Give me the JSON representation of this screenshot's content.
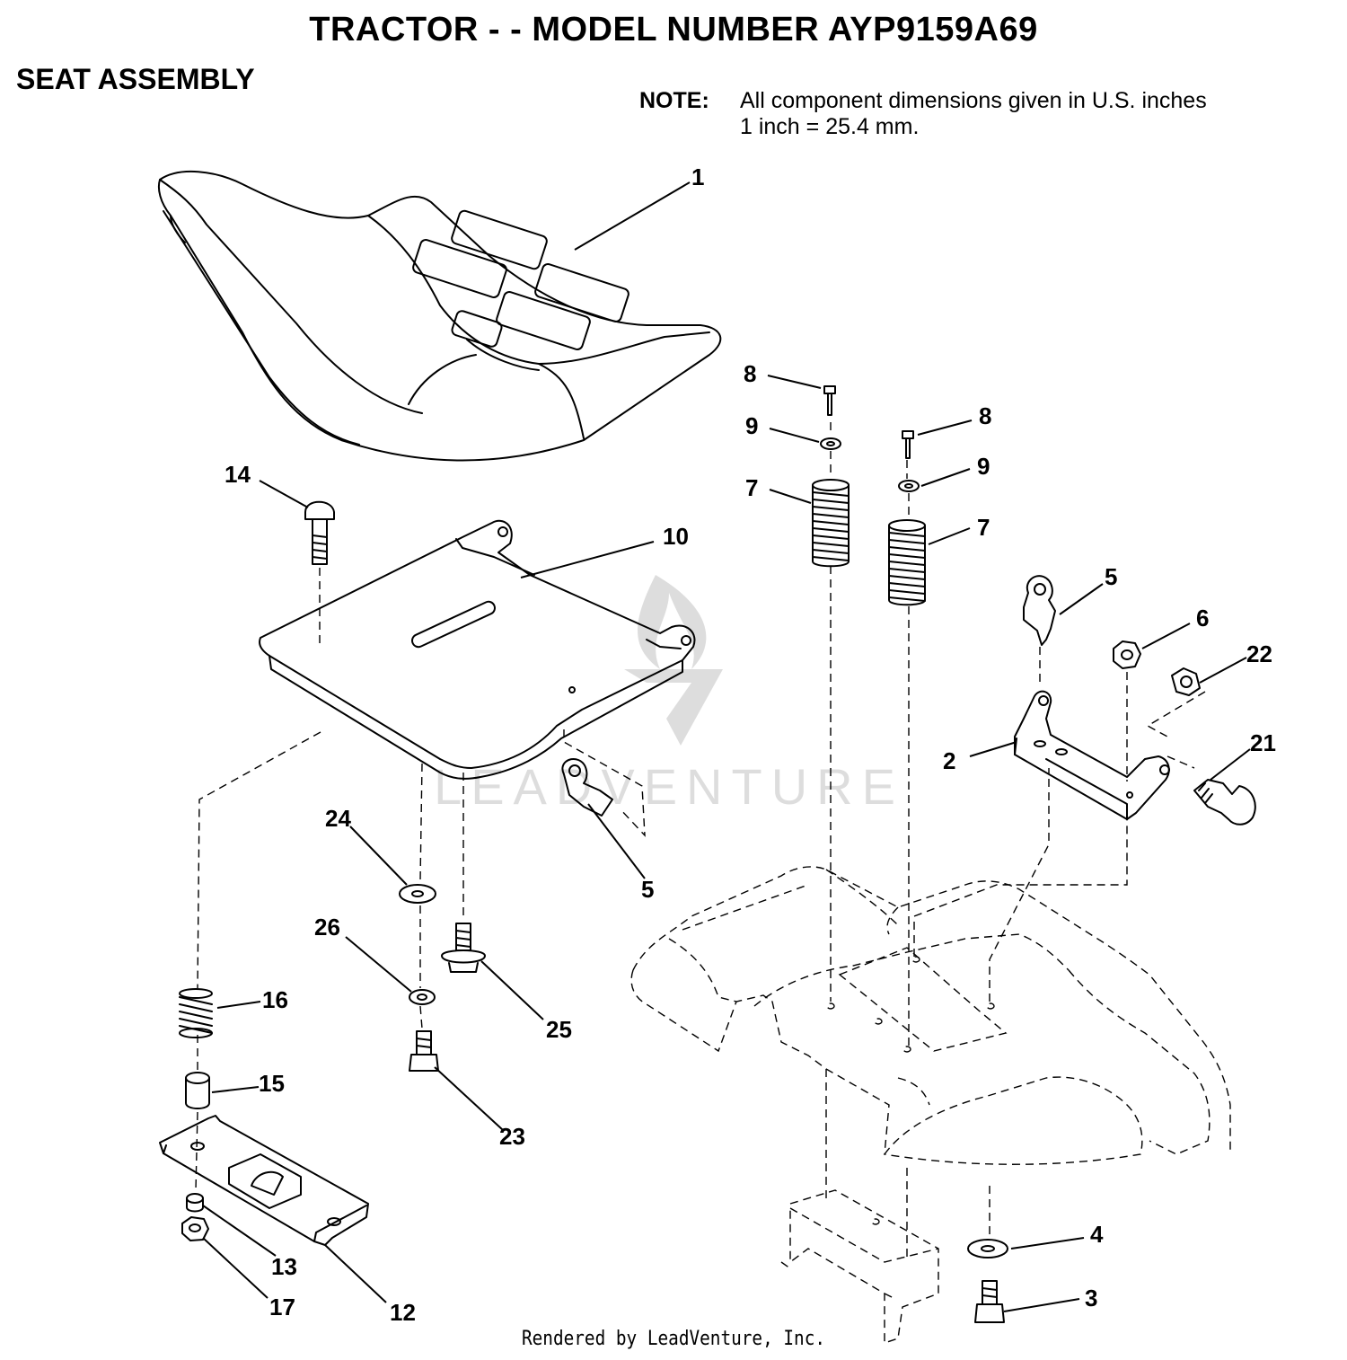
{
  "header": {
    "title": "TRACTOR - - MODEL NUMBER AYP9159A69",
    "subtitle": "SEAT ASSEMBLY"
  },
  "note": {
    "label": "NOTE:",
    "line1": "All component dimensions given in U.S. inches",
    "line2": "1 inch = 25.4 mm."
  },
  "watermark": "LEADVENTURE",
  "footer": "Rendered by LeadVenture, Inc.",
  "callouts": [
    {
      "id": "c1",
      "text": "1"
    },
    {
      "id": "c8a",
      "text": "8"
    },
    {
      "id": "c9a",
      "text": "9"
    },
    {
      "id": "c7a",
      "text": "7"
    },
    {
      "id": "c8b",
      "text": "8"
    },
    {
      "id": "c9b",
      "text": "9"
    },
    {
      "id": "c7b",
      "text": "7"
    },
    {
      "id": "c14",
      "text": "14"
    },
    {
      "id": "c10",
      "text": "10"
    },
    {
      "id": "c5a",
      "text": "5"
    },
    {
      "id": "c6",
      "text": "6"
    },
    {
      "id": "c22",
      "text": "22"
    },
    {
      "id": "c2",
      "text": "2"
    },
    {
      "id": "c21",
      "text": "21"
    },
    {
      "id": "c24",
      "text": "24"
    },
    {
      "id": "c5b",
      "text": "5"
    },
    {
      "id": "c26",
      "text": "26"
    },
    {
      "id": "c25",
      "text": "25"
    },
    {
      "id": "c16",
      "text": "16"
    },
    {
      "id": "c15",
      "text": "15"
    },
    {
      "id": "c23",
      "text": "23"
    },
    {
      "id": "c13",
      "text": "13"
    },
    {
      "id": "c17",
      "text": "17"
    },
    {
      "id": "c12",
      "text": "12"
    },
    {
      "id": "c4",
      "text": "4"
    },
    {
      "id": "c3",
      "text": "3"
    }
  ]
}
